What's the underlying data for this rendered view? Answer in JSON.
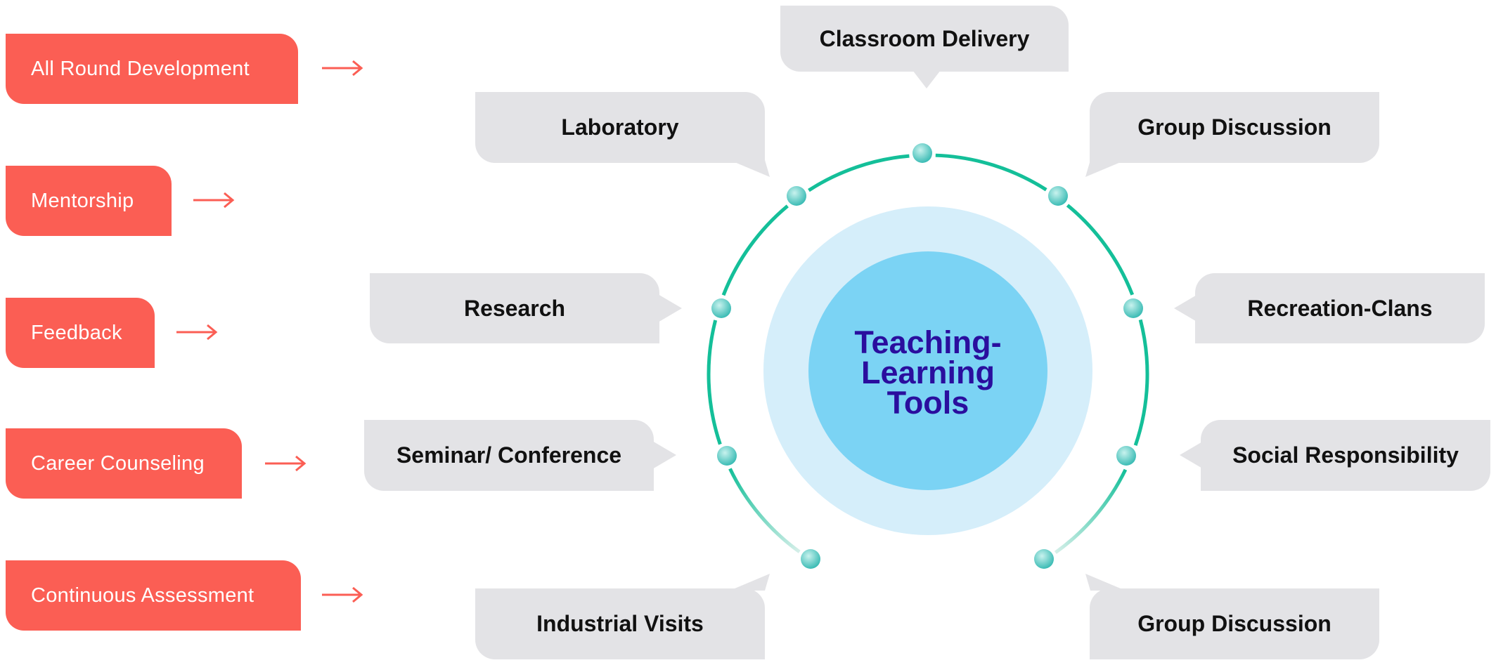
{
  "left_items": [
    {
      "label": "All Round Development"
    },
    {
      "label": "Mentorship"
    },
    {
      "label": "Feedback"
    },
    {
      "label": "Career Counseling"
    },
    {
      "label": "Continuous Assessment"
    }
  ],
  "center": {
    "title": "Teaching-Learning Tools"
  },
  "tools": [
    {
      "label": "Classroom Delivery"
    },
    {
      "label": "Laboratory"
    },
    {
      "label": "Group Discussion"
    },
    {
      "label": "Research"
    },
    {
      "label": "Recreation-Clans"
    },
    {
      "label": "Seminar/ Conference"
    },
    {
      "label": "Social Responsibility"
    },
    {
      "label": "Industrial Visits"
    },
    {
      "label": "Group Discussion"
    }
  ],
  "colors": {
    "accent": "#fb5e54",
    "ring": "#14bf99",
    "node": "#5ccdc7",
    "outer_circle": "#d5eefa",
    "inner_circle": "#7bd3f4",
    "bubble": "#e3e3e6",
    "title": "#2a0e9e"
  }
}
